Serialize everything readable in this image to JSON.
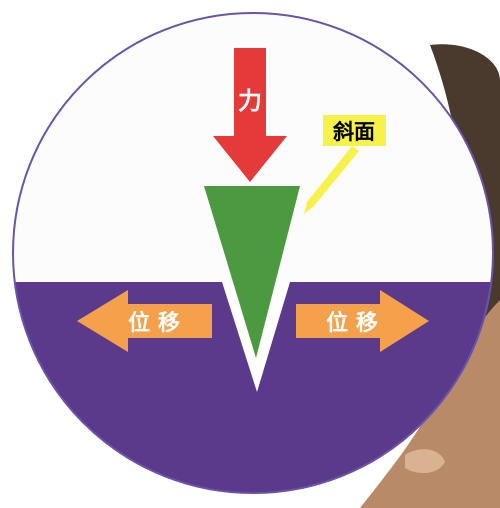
{
  "labels": {
    "force": "力",
    "incline": "斜面",
    "displacement_left": "位 移",
    "displacement_right": "位 移"
  },
  "colors": {
    "background": "#ffffff",
    "hand_shadow": "#4a3a2e",
    "hand_skin": "#b98a67",
    "circle_top": "#fcfcfc",
    "circle_bottom": "#5b3a8c",
    "circle_outline": "#6a54a8",
    "force_arrow": "#e53a3a",
    "wedge": "#4c9a40",
    "displacement_arrow": "#f5a04a",
    "callout": "#f7f24a",
    "label_text": "#ffffff",
    "callout_text": "#000000"
  },
  "icons": [
    "force-arrow-icon",
    "callout-arrow-icon",
    "displacement-arrow-left-icon",
    "displacement-arrow-right-icon"
  ]
}
